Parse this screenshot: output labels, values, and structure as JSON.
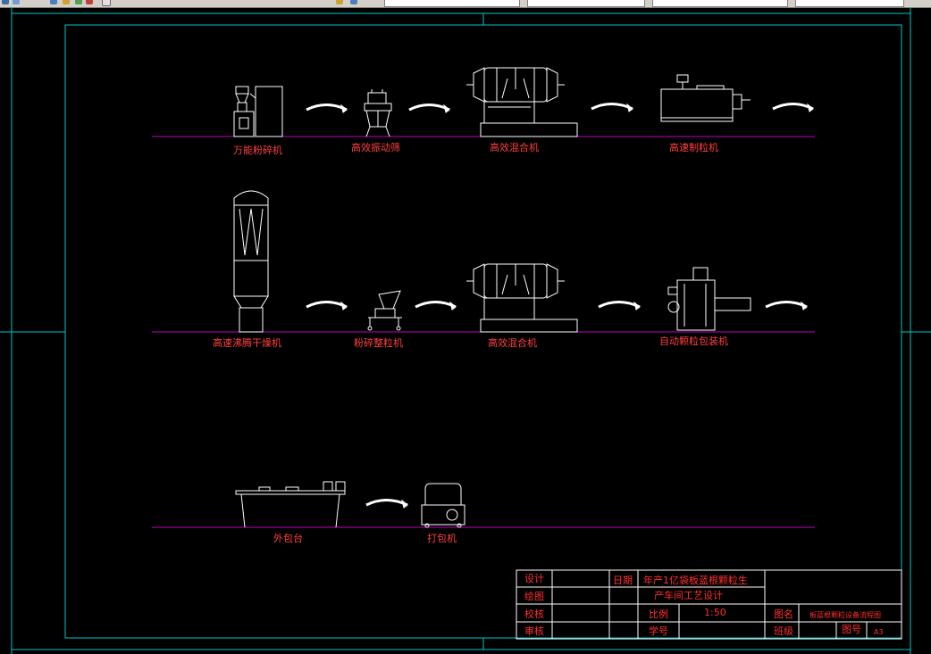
{
  "toolbar": {
    "fields": [
      "",
      "",
      "",
      ""
    ],
    "layer_text": "",
    "right_field": ""
  },
  "colors": {
    "background": "#000000",
    "frame": "#00c8c8",
    "baseline": "#c000c0",
    "label": "#ff4040",
    "equipment": "#ffffff"
  },
  "rows": [
    {
      "id": "row1",
      "equipment": [
        {
          "id": "grinder",
          "label": "万能粉碎机"
        },
        {
          "id": "vibrating-sieve",
          "label": "高效振动筛"
        },
        {
          "id": "mixer-1",
          "label": "高效混合机"
        },
        {
          "id": "granulator",
          "label": "高速制粒机"
        }
      ]
    },
    {
      "id": "row2",
      "equipment": [
        {
          "id": "dryer",
          "label": "高速沸腾干燥机"
        },
        {
          "id": "sizer",
          "label": "粉碎整粒机"
        },
        {
          "id": "mixer-2",
          "label": "高效混合机"
        },
        {
          "id": "packager",
          "label": "自动颗粒包装机"
        }
      ]
    },
    {
      "id": "row3",
      "equipment": [
        {
          "id": "packing-table",
          "label": "外包台"
        },
        {
          "id": "strapping-machine",
          "label": "打包机"
        }
      ]
    }
  ],
  "title_block": {
    "design": "设计",
    "drawing": "绘图",
    "checking": "校核",
    "review": "审核",
    "date": "日期",
    "title_line1": "年产1亿袋板蓝根颗粒生",
    "title_line2": "产车间工艺设计",
    "scale_label": "比例",
    "scale_value": "1:50",
    "student_no": "学号",
    "drawing_name_label": "图名",
    "drawing_name_value": "板蓝根颗粒设备流程图",
    "class_label": "班级",
    "drawing_no_label": "图号",
    "drawing_no_value": "A3"
  }
}
